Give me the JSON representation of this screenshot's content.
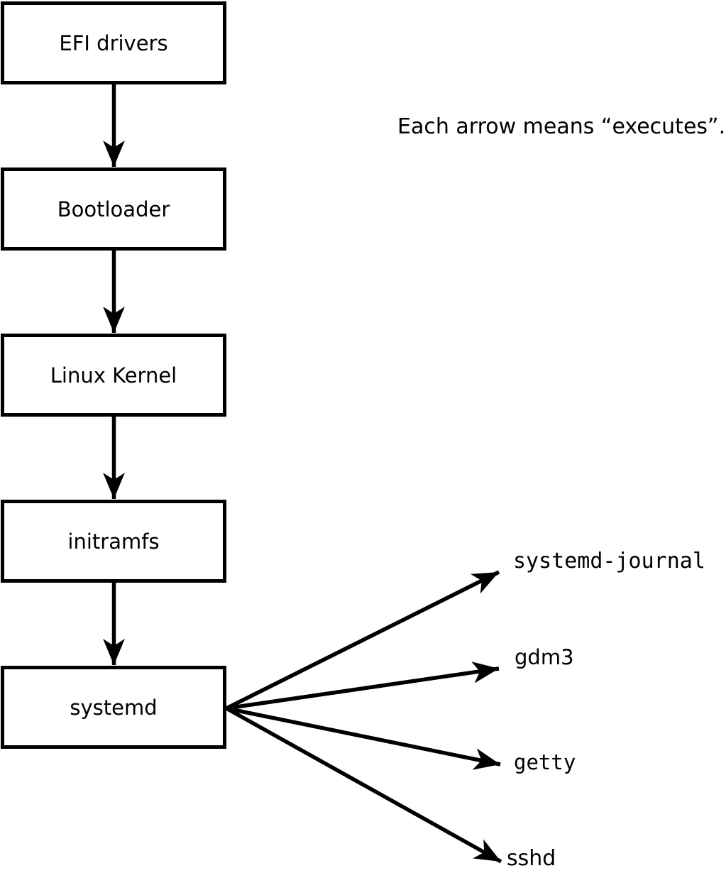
{
  "diagram": {
    "note": "Each arrow means “executes”.",
    "chain": [
      {
        "label": "EFI drivers"
      },
      {
        "label": "Bootloader"
      },
      {
        "label": "Linux Kernel"
      },
      {
        "label": "initramfs"
      },
      {
        "label": "systemd"
      }
    ],
    "spawned": [
      {
        "label": "systemd-journal"
      },
      {
        "label": "gdm3"
      },
      {
        "label": "getty"
      },
      {
        "label": "sshd"
      }
    ],
    "relation": "executes",
    "colors": {
      "line": "#000000",
      "box_fill": "#ffffff",
      "background": "#ffffff",
      "text": "#000000"
    }
  }
}
